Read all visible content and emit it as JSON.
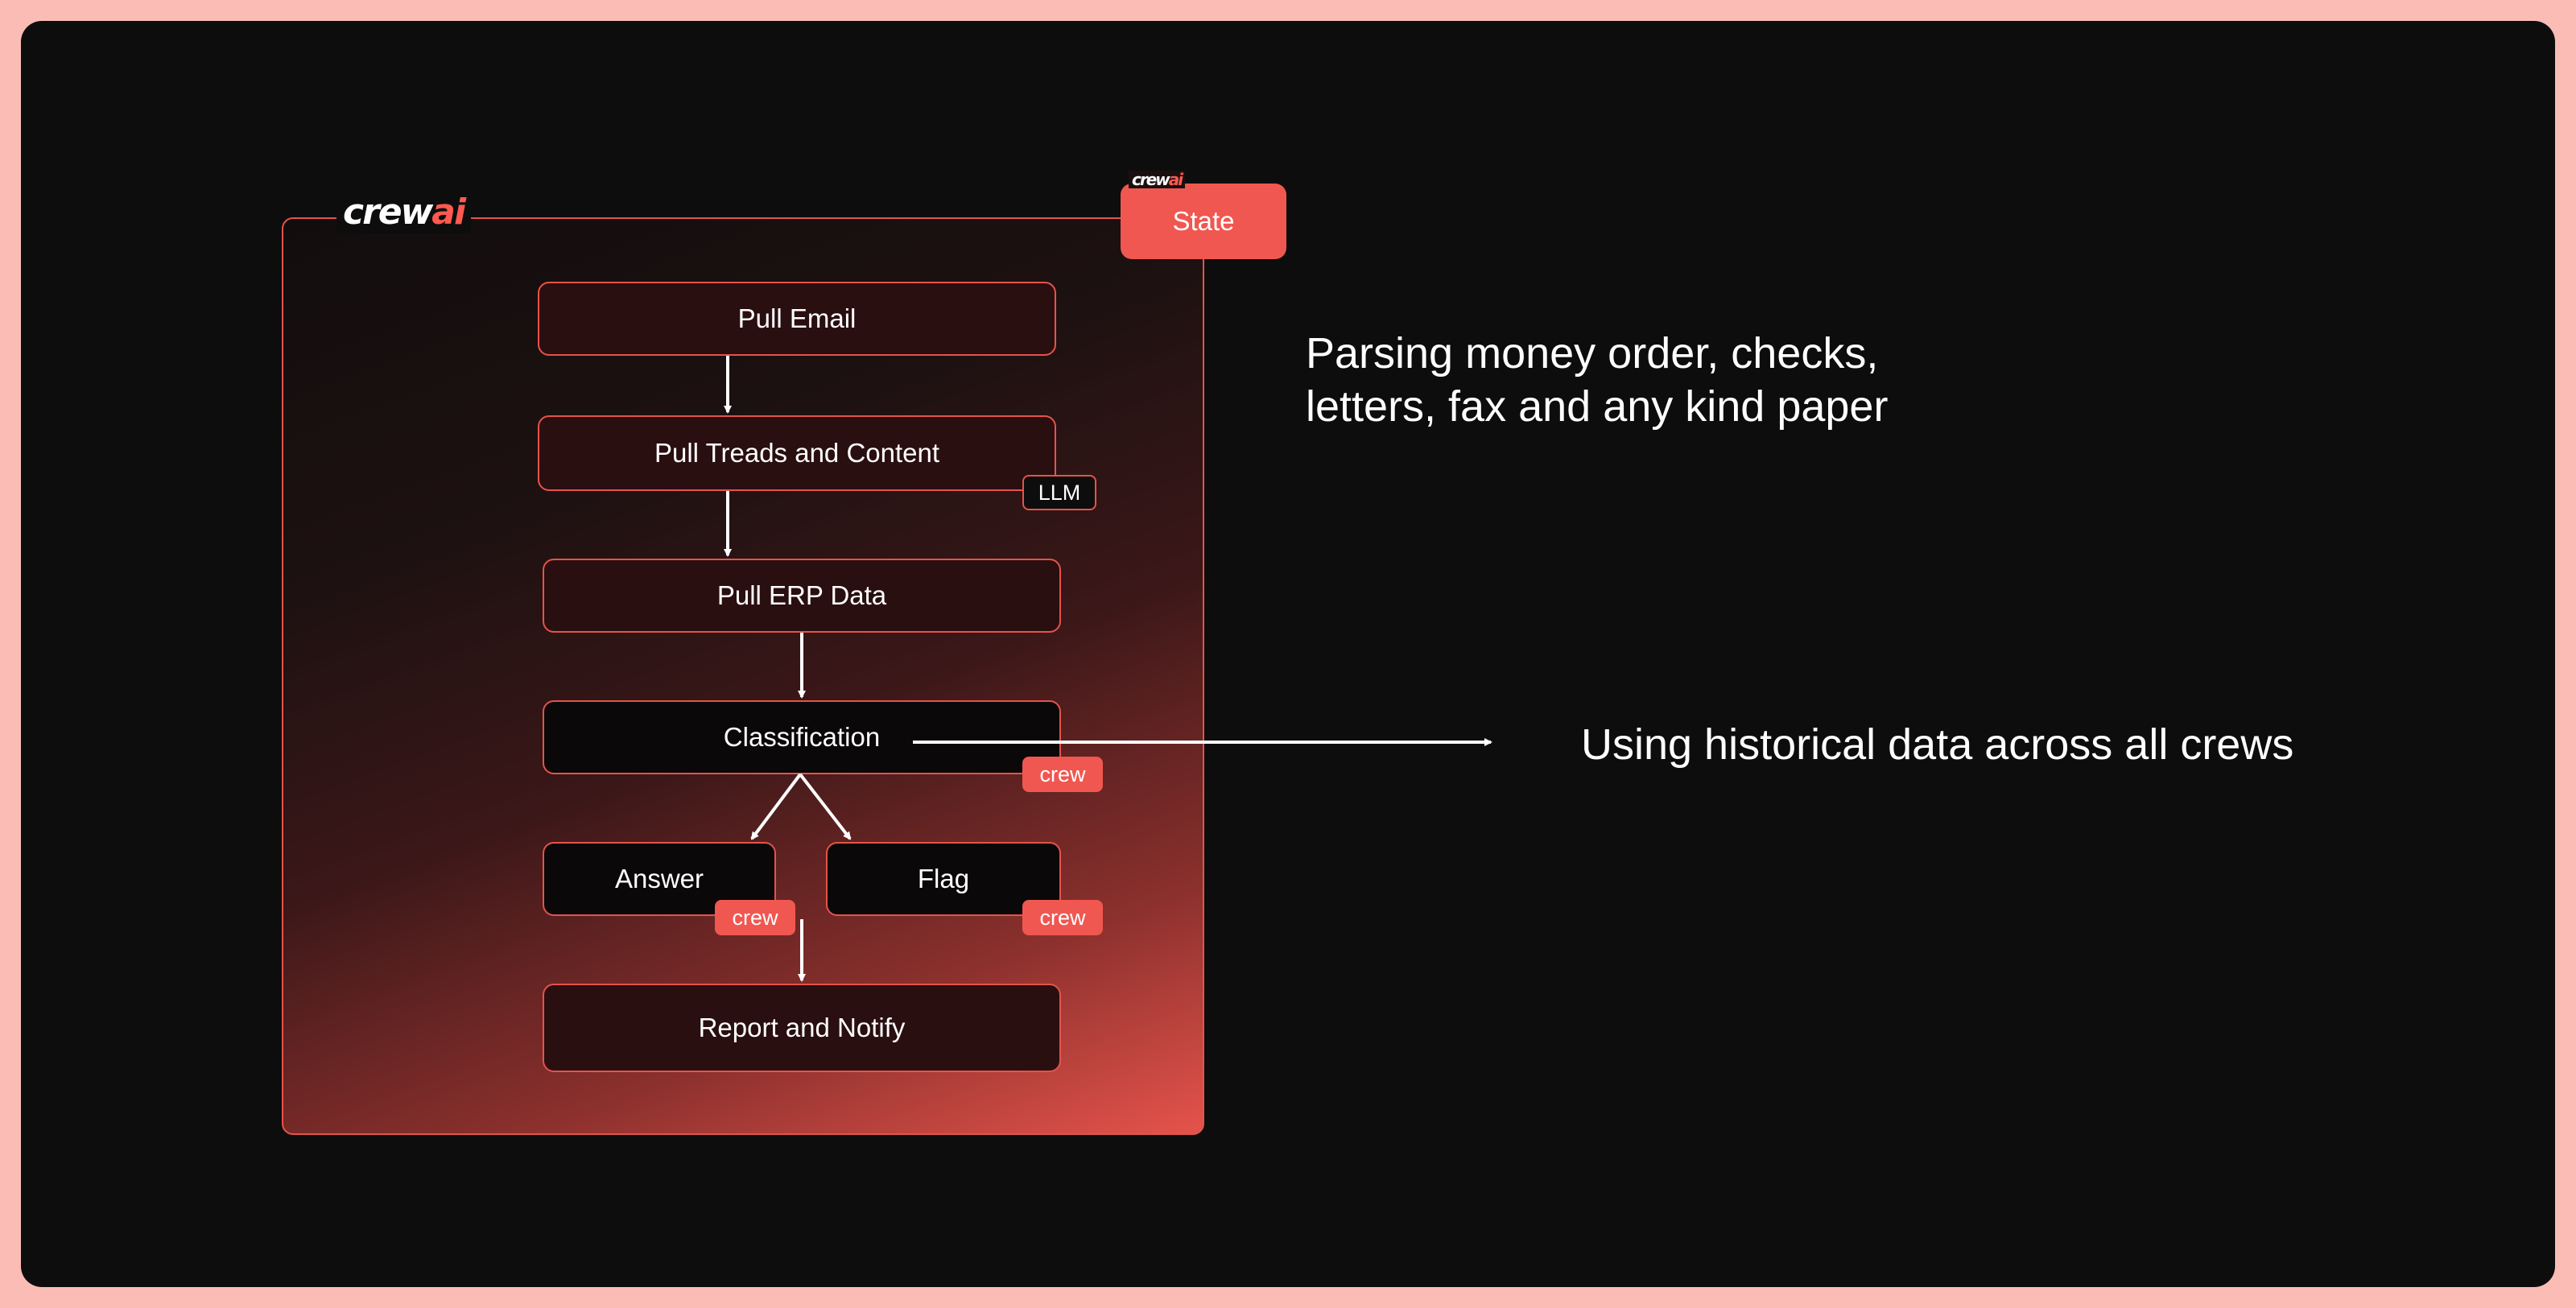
{
  "brand": {
    "logo_main": "crew",
    "logo_accent": "ai"
  },
  "state_label": "State",
  "nodes": {
    "pull_email": "Pull Email",
    "pull_threads": "Pull Treads and Content",
    "pull_erp": "Pull ERP Data",
    "classification": "Classification",
    "answer": "Answer",
    "flag": "Flag",
    "report": "Report and Notify"
  },
  "badges": {
    "llm": "LLM",
    "crew": "crew"
  },
  "notes": {
    "parsing": "Parsing money order, checks,\nletters, fax and any kind paper",
    "historical": "Using historical data across all crews"
  },
  "colors": {
    "accent": "#f05750",
    "border": "#e5534b",
    "background": "#0d0d0d",
    "frame": "#fbbcb6"
  }
}
